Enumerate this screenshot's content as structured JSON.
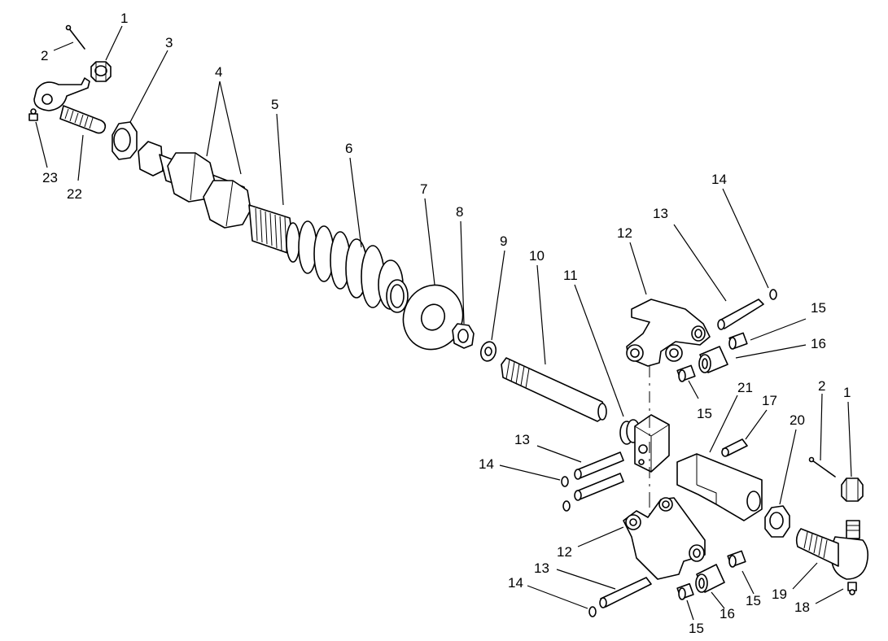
{
  "diagram": {
    "callouts": [
      {
        "id": "c1a",
        "label": "1"
      },
      {
        "id": "c2a",
        "label": "2"
      },
      {
        "id": "c3",
        "label": "3"
      },
      {
        "id": "c4",
        "label": "4"
      },
      {
        "id": "c5",
        "label": "5"
      },
      {
        "id": "c6",
        "label": "6"
      },
      {
        "id": "c7",
        "label": "7"
      },
      {
        "id": "c8",
        "label": "8"
      },
      {
        "id": "c9",
        "label": "9"
      },
      {
        "id": "c10",
        "label": "10"
      },
      {
        "id": "c11",
        "label": "11"
      },
      {
        "id": "c12a",
        "label": "12"
      },
      {
        "id": "c13a",
        "label": "13"
      },
      {
        "id": "c14a",
        "label": "14"
      },
      {
        "id": "c15a",
        "label": "15"
      },
      {
        "id": "c16a",
        "label": "16"
      },
      {
        "id": "c15b",
        "label": "15"
      },
      {
        "id": "c21",
        "label": "21"
      },
      {
        "id": "c17",
        "label": "17"
      },
      {
        "id": "c20",
        "label": "20"
      },
      {
        "id": "c2b",
        "label": "2"
      },
      {
        "id": "c1b",
        "label": "1"
      },
      {
        "id": "c13b",
        "label": "13"
      },
      {
        "id": "c14b",
        "label": "14"
      },
      {
        "id": "c12b",
        "label": "12"
      },
      {
        "id": "c19",
        "label": "19"
      },
      {
        "id": "c18",
        "label": "18"
      },
      {
        "id": "c13c",
        "label": "13"
      },
      {
        "id": "c14c",
        "label": "14"
      },
      {
        "id": "c16b",
        "label": "16"
      },
      {
        "id": "c15c",
        "label": "15"
      },
      {
        "id": "c15d",
        "label": "15"
      },
      {
        "id": "c23",
        "label": "23"
      },
      {
        "id": "c22",
        "label": "22"
      }
    ]
  }
}
